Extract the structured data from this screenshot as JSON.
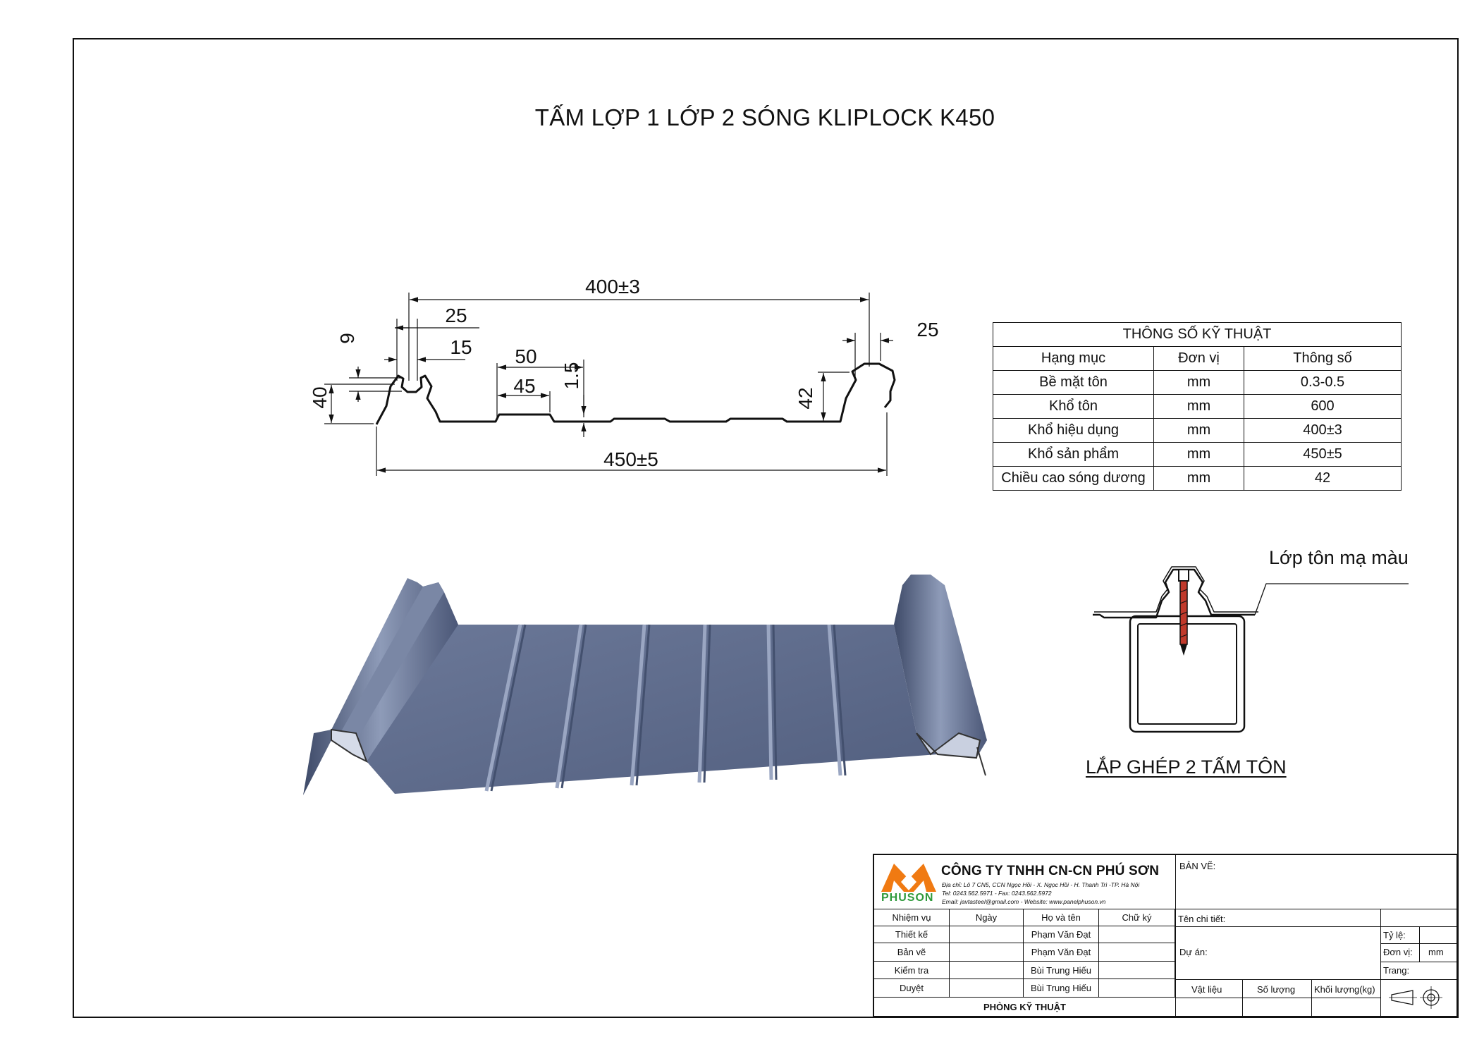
{
  "drawing_title": "TẤM LỢP 1 LỚP 2 SÓNG KLIPLOCK K450",
  "dimensions": {
    "top_effective": "400±3",
    "left_rib_width": "25",
    "right_rib_width": "25",
    "rib_gap": "15",
    "lip_height": "9",
    "pan_50": "50",
    "pan_45": "45",
    "step_height": "1.5",
    "left_height": "40",
    "right_height": "42",
    "overall_width": "450±5"
  },
  "spec_table": {
    "title": "THÔNG SỐ KỸ THUẬT",
    "headers": [
      "Hạng mục",
      "Đơn vị",
      "Thông số"
    ],
    "rows": [
      [
        "Bề mặt tôn",
        "mm",
        "0.3-0.5"
      ],
      [
        "Khổ tôn",
        "mm",
        "600"
      ],
      [
        "Khổ hiệu dụng",
        "mm",
        "400±3"
      ],
      [
        "Khổ sản phẩm",
        "mm",
        "450±5"
      ],
      [
        "Chiều cao sóng dương",
        "mm",
        "42"
      ]
    ]
  },
  "joint": {
    "label": "Lớp tôn mạ màu",
    "title": "LẮP GHÉP 2 TẤM TÔN"
  },
  "title_block": {
    "logo_text": "PHUSON",
    "company": "CÔNG TY TNHH CN-CN PHÚ SƠN",
    "address": "Địa chỉ: Lô 7 CN5, CCN Ngọc Hồi - X. Ngọc Hồi - H. Thanh Trì -TP. Hà Nội",
    "phone": "Tel: 0243.562.5971  -  Fax: 0243.562.5972",
    "email": "Email: javtasteel@gmail.com  -  Website: www.panelphuson.vn",
    "drawing_label": "BẢN VẼ:",
    "headers": [
      "Nhiệm vụ",
      "Ngày",
      "Họ và tên",
      "Chữ ký"
    ],
    "rows": [
      [
        "Thiết kế",
        "",
        "Phạm Văn Đạt",
        ""
      ],
      [
        "Bản vẽ",
        "",
        "Phạm Văn Đạt",
        ""
      ],
      [
        "Kiểm tra",
        "",
        "Bùi Trung Hiếu",
        ""
      ],
      [
        "Duyệt",
        "",
        "Bùi Trung Hiếu",
        ""
      ]
    ],
    "department": "PHÒNG KỸ THUẬT",
    "detail_name_label": "Tên chi tiết:",
    "project_label": "Dự án:",
    "scale_label": "Tỷ lệ:",
    "unit_label": "Đơn vị:",
    "unit_value": "mm",
    "page_label": "Trang:",
    "material_label": "Vật liệu",
    "quantity_label": "Số lượng",
    "weight_label": "Khối lượng(kg)"
  },
  "colors": {
    "sheet_base": "#5f6d8c",
    "sheet_dark": "#3e4a68",
    "sheet_light": "#8e9bb8",
    "logo_orange": "#f07a12",
    "logo_green": "#2f9a3b",
    "screw_red": "#c0392b"
  }
}
